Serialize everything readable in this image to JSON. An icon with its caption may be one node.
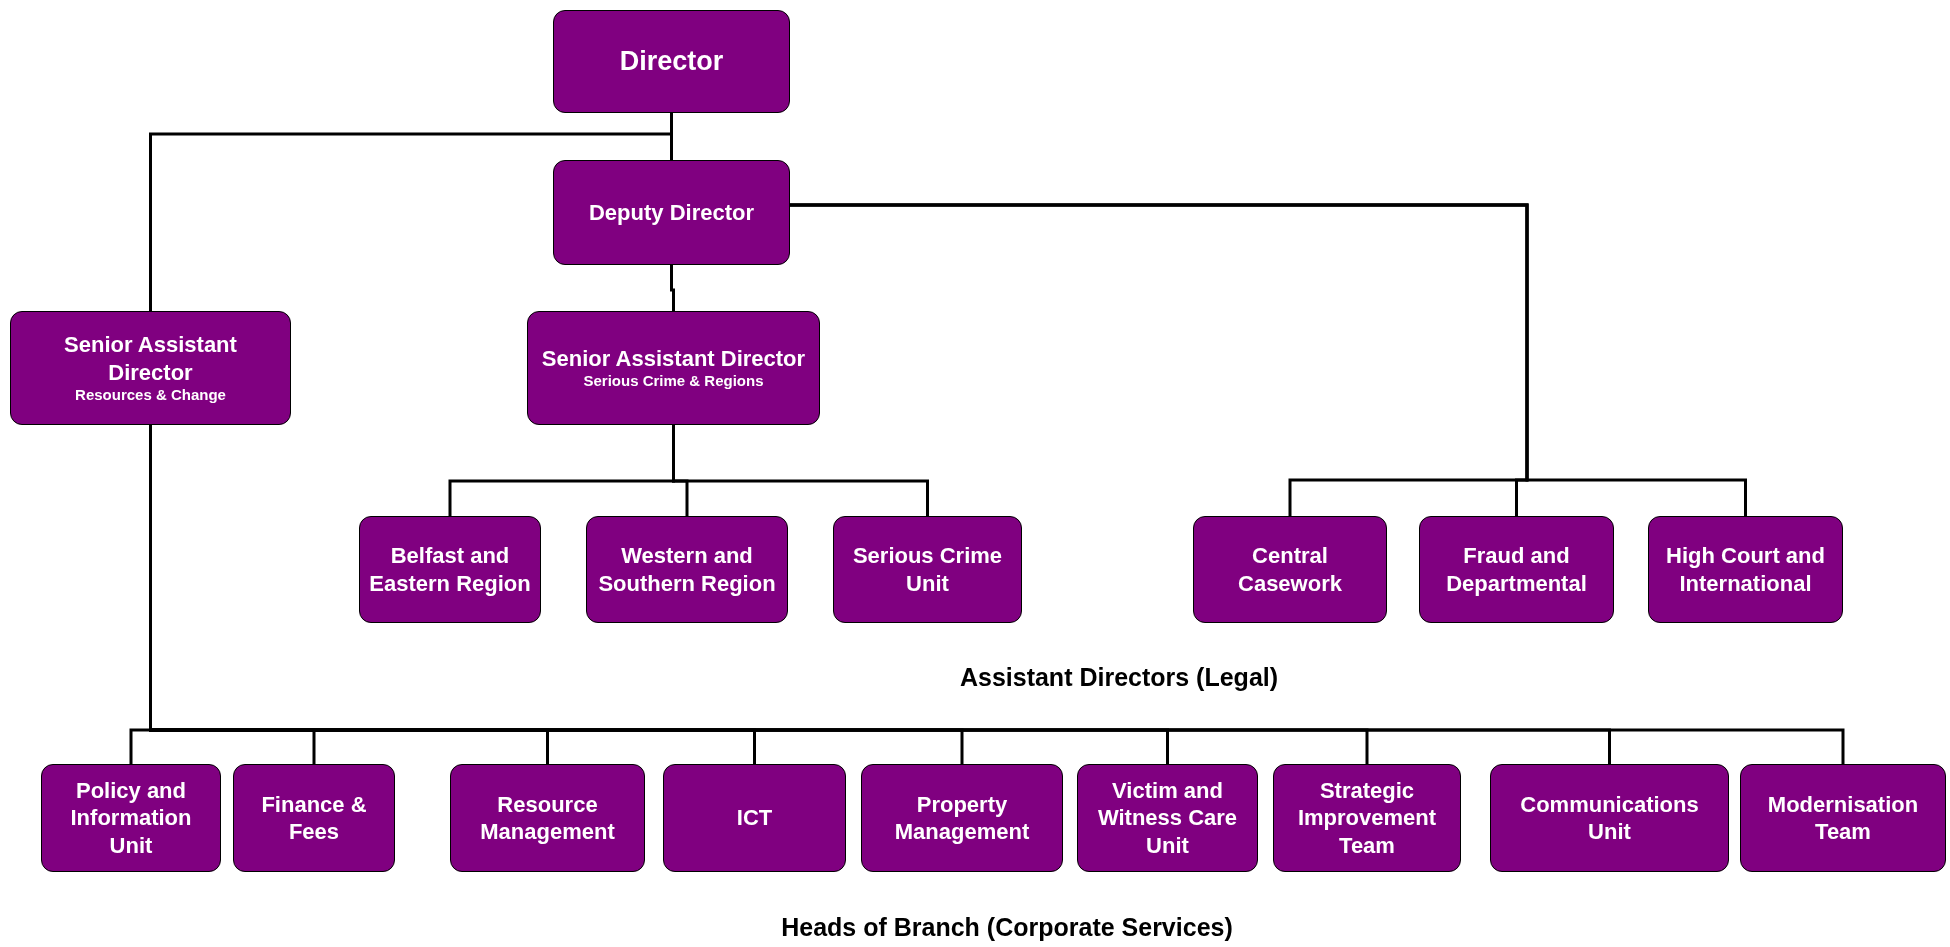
{
  "diagram": {
    "nodes": [
      {
        "text": [
          "Director"
        ]
      },
      {
        "text": [
          "Deputy Director"
        ]
      },
      {
        "text": [
          "Senior Assistant Director",
          "Resources & Change"
        ]
      },
      {
        "text": [
          "Senior Assistant Director",
          "Serious Crime & Regions"
        ]
      },
      {
        "text": [
          "Belfast and Eastern Region"
        ]
      },
      {
        "text": [
          "Western and Southern Region"
        ]
      },
      {
        "text": [
          "Serious Crime Unit"
        ]
      },
      {
        "text": [
          "Central Casework"
        ]
      },
      {
        "text": [
          "Fraud and Departmental"
        ]
      },
      {
        "text": [
          "High Court and International"
        ]
      },
      {
        "text": [
          "Policy and Information Unit"
        ]
      },
      {
        "text": [
          "Finance & Fees"
        ]
      },
      {
        "text": [
          "Resource Management"
        ]
      },
      {
        "text": [
          "ICT"
        ]
      },
      {
        "text": [
          "Property Management"
        ]
      },
      {
        "text": [
          "Victim and Witness Care Unit"
        ]
      },
      {
        "text": [
          "Strategic Improvement Team"
        ]
      },
      {
        "text": [
          "Communications Unit"
        ]
      },
      {
        "text": [
          "Modernisation Team"
        ]
      }
    ],
    "edges": [
      {
        "from": 0,
        "to": 1,
        "arrow": "none"
      },
      {
        "from": 0,
        "to": 2,
        "arrow": "none"
      },
      {
        "from": 1,
        "to": 3,
        "arrow": "none"
      },
      {
        "from": 1,
        "to": 7,
        "arrow": "none"
      },
      {
        "from": 1,
        "to": 8,
        "arrow": "none"
      },
      {
        "from": 1,
        "to": 9,
        "arrow": "none"
      },
      {
        "from": 3,
        "to": 4,
        "arrow": "none"
      },
      {
        "from": 3,
        "to": 5,
        "arrow": "none"
      },
      {
        "from": 3,
        "to": 6,
        "arrow": "none"
      },
      {
        "from": 2,
        "to": 10,
        "arrow": "none"
      },
      {
        "from": 2,
        "to": 11,
        "arrow": "none"
      },
      {
        "from": 2,
        "to": 12,
        "arrow": "none"
      },
      {
        "from": 2,
        "to": 13,
        "arrow": "none"
      },
      {
        "from": 2,
        "to": 14,
        "arrow": "none"
      },
      {
        "from": 2,
        "to": 15,
        "arrow": "none"
      },
      {
        "from": 2,
        "to": 16,
        "arrow": "none"
      },
      {
        "from": 2,
        "to": 17,
        "arrow": "none"
      },
      {
        "from": 2,
        "to": 18,
        "arrow": "none"
      }
    ],
    "labels": [
      "Assistant Directors (Legal)",
      "Heads of Branch (Corporate Services)"
    ]
  }
}
